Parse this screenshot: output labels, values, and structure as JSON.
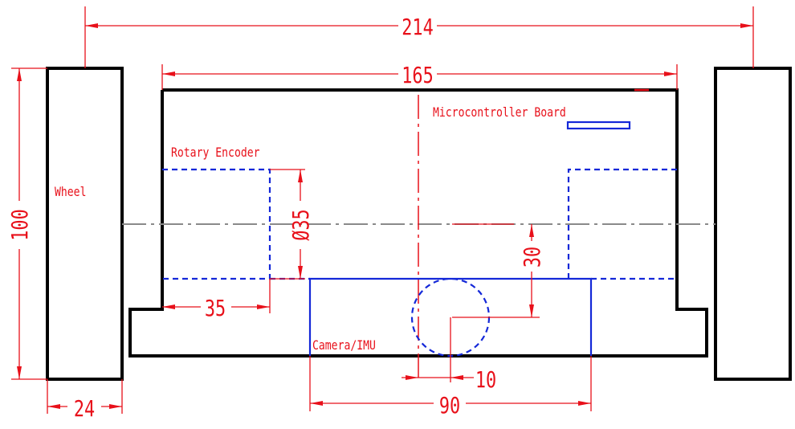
{
  "diagram": {
    "title": "",
    "colors": {
      "outline": "#000000",
      "dimension": "#e8101a",
      "component": "#1428d8",
      "centerline": "#8a8a8a"
    },
    "dimensions": {
      "overall_width": "214",
      "body_width": "165",
      "wheel_height": "100",
      "wheel_width": "24",
      "encoder_offset": "35",
      "encoder_diameter": "Ø35",
      "camera_offset_vertical": "30",
      "camera_offset_horizontal": "10",
      "camera_width": "90"
    },
    "labels": {
      "wheel": "Wheel",
      "rotary_encoder": "Rotary Encoder",
      "microcontroller_board": "Microcontroller Board",
      "camera_imu": "Camera/IMU"
    }
  }
}
